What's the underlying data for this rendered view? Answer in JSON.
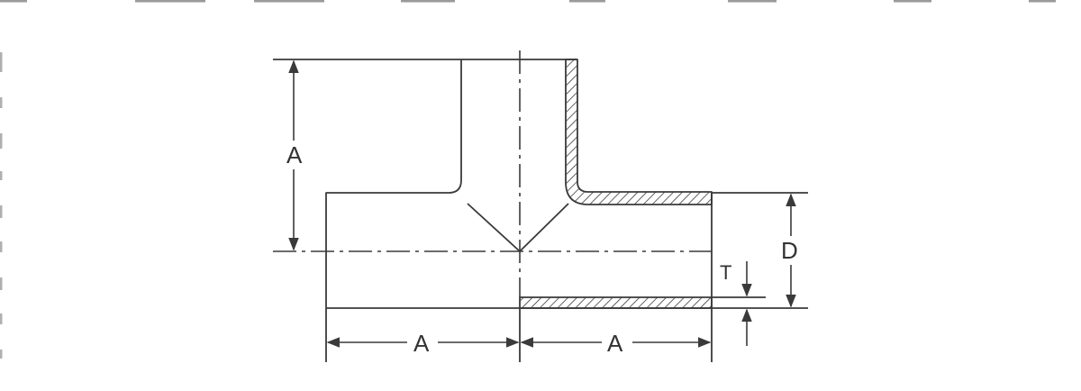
{
  "diagram": {
    "labels": {
      "a_vertical": "A",
      "a_left": "A",
      "a_right": "A",
      "d": "D",
      "t": "T"
    }
  },
  "colors": {
    "line": "#3a3a3a",
    "text": "#333333",
    "background": "#ffffff"
  }
}
